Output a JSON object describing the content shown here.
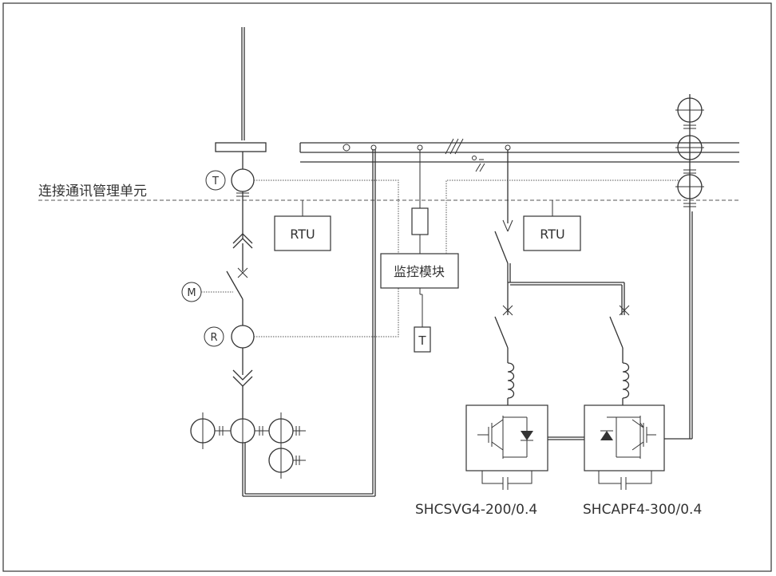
{
  "labels": {
    "comm_unit": "连接通讯管理单元",
    "rtu_left": "RTU",
    "rtu_right": "RTU",
    "monitor_module": "监控模块",
    "t_box": "T",
    "t_circle": "T",
    "m_circle": "M",
    "r_circle": "R",
    "device_svg": "SHCSVG4-200/0.4",
    "device_apf": "SHCAPF4-300/0.4"
  }
}
